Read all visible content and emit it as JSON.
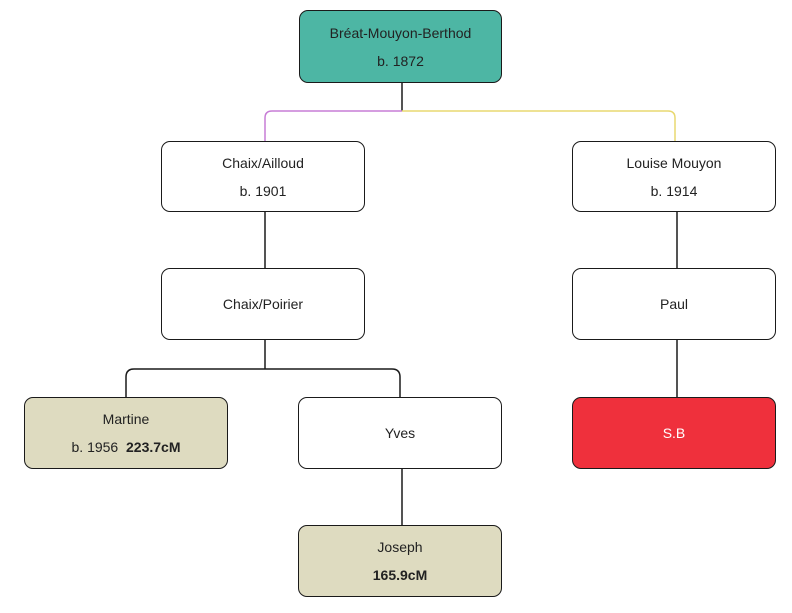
{
  "nodes": {
    "root": {
      "name": "Bréat-Mouyon-Berthod",
      "born": "b. 1872",
      "color": "#4db6a4"
    },
    "chaix_ailloud": {
      "name": "Chaix/Ailloud",
      "born": "b. 1901",
      "color": "#ffffff"
    },
    "louise": {
      "name": "Louise Mouyon",
      "born": "b. 1914",
      "color": "#ffffff"
    },
    "chaix_poirier": {
      "name": "Chaix/Poirier",
      "color": "#ffffff"
    },
    "paul": {
      "name": "Paul",
      "color": "#ffffff"
    },
    "martine": {
      "name": "Martine",
      "born": "b. 1956",
      "cm": "223.7cM",
      "color": "#dedbc0"
    },
    "yves": {
      "name": "Yves",
      "color": "#ffffff"
    },
    "sb": {
      "name": "S.B",
      "color": "#ef303c"
    },
    "joseph": {
      "name": "Joseph",
      "cm": "165.9cM",
      "color": "#dedbc0"
    }
  },
  "link_colors": {
    "left_branch": "#c77dd6",
    "right_branch": "#e8d870",
    "default": "#1a1a1a"
  }
}
